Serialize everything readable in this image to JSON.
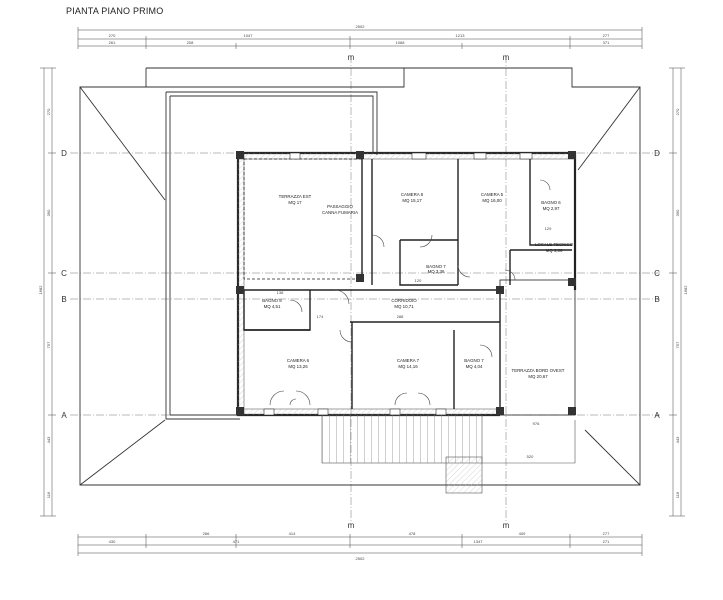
{
  "drawing": {
    "title": "PIANTA PIANO PRIMO"
  },
  "axes": {
    "rows": [
      "D",
      "C",
      "B",
      "A"
    ],
    "cols": [
      "m",
      "m"
    ]
  },
  "rooms": {
    "terrazza_nord": [
      "TERRAZZA EST",
      "MQ 17"
    ],
    "passaggio": [
      "PASSAGGIO",
      "CANNA FUMARIA"
    ],
    "camera8": [
      "CAMERA 8",
      "MQ 15,17"
    ],
    "camera5": [
      "CAMERA 5",
      "MQ 16,00"
    ],
    "bagno6": [
      "BAGNO 6",
      "MQ 2,97"
    ],
    "locale_tecnico": [
      "LOCALE TECNICO",
      "MQ 3,86"
    ],
    "bagno_c": [
      "BAGNO 7",
      "MQ 3,36"
    ],
    "bagno8": [
      "BAGNO 8",
      "MQ 4,51"
    ],
    "corridoio": [
      "CORRIDOIO",
      "MQ 10,71"
    ],
    "camera6": [
      "CAMERA 6",
      "MQ 13,26"
    ],
    "camera7": [
      "CAMERA 7",
      "MQ 14,16"
    ],
    "bagno7": [
      "BAGNO 7",
      "MQ 4,04"
    ],
    "terrazza_ovest": [
      "TERRAZZA BORD OVEST",
      "MQ 20,67"
    ]
  },
  "dimensions": {
    "top_total": "2502",
    "top_row1": [
      "270",
      "1047",
      "1213",
      "277"
    ],
    "top_row2": [
      "261",
      "208",
      "1068",
      "371"
    ],
    "bottom_total": "2502",
    "bottom_row1": [
      "266",
      "414",
      "478",
      "409",
      "277"
    ],
    "bottom_row2": [
      "430",
      "471",
      "1347",
      "271"
    ],
    "left": [
      "270",
      "390",
      "757",
      "1682",
      "443",
      "116"
    ],
    "right": [
      "270",
      "390",
      "757",
      "1682",
      "443",
      "116"
    ],
    "inner": [
      "138",
      "174",
      "288",
      "976",
      "129",
      "520",
      "120"
    ]
  }
}
